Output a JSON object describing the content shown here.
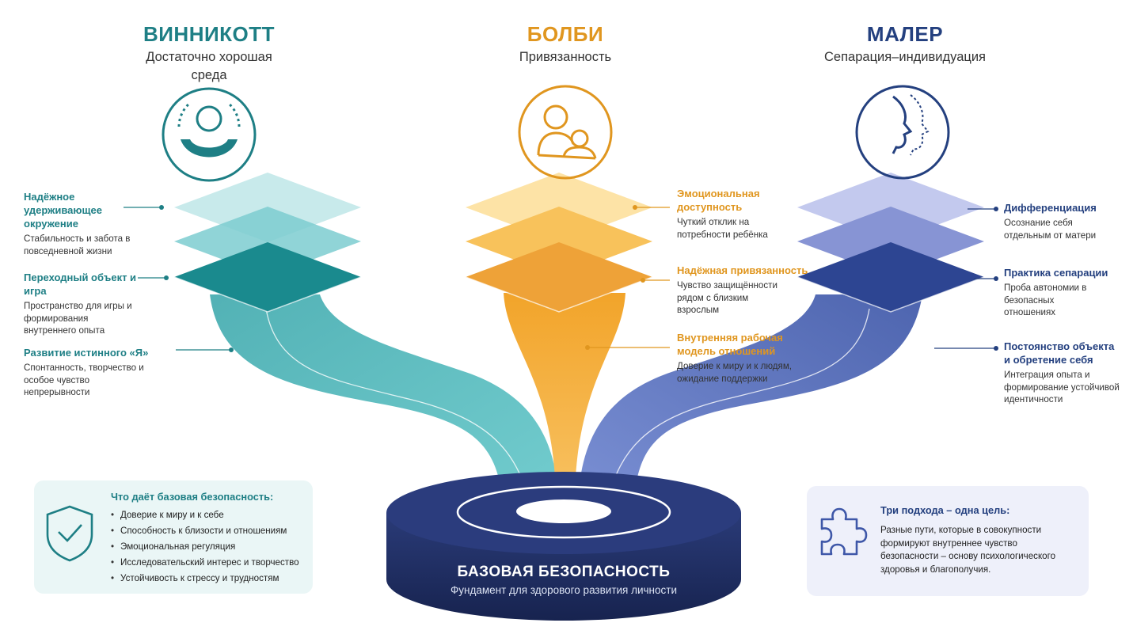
{
  "approaches": [
    {
      "title": "ВИННИКОТТ",
      "subtitle": "Достаточно хорошая среда",
      "color": "#1e7f85",
      "icon": "holding-person-icon",
      "labels": [
        {
          "heading": "Надёжное удерживающее окружение",
          "desc": "Стабильность и забота в повседневной жизни"
        },
        {
          "heading": "Переходный объект и игра",
          "desc": "Пространство для игры и формирования внутреннего опыта"
        },
        {
          "heading": "Развитие истинного «Я»",
          "desc": "Спонтанность, творчество и особое чувство непрерывности"
        }
      ]
    },
    {
      "title": "БОЛБИ",
      "subtitle": "Привязанность",
      "color": "#e0961f",
      "icon": "parent-child-icon",
      "labels": [
        {
          "heading": "Эмоциональная доступность",
          "desc": "Чуткий отклик на потребности ребёнка"
        },
        {
          "heading": "Надёжная привязанность",
          "desc": "Чувство защищённости рядом с близким взрослым"
        },
        {
          "heading": "Внутренняя рабочая модель отношений",
          "desc": "Доверие к миру и к людям, ожидание поддержки"
        }
      ]
    },
    {
      "title": "МАЛЕР",
      "subtitle": "Сепарация–индивидуация",
      "color": "#24407f",
      "icon": "two-faces-icon",
      "labels": [
        {
          "heading": "Дифференциация",
          "desc": "Осознание себя отдельным от матери"
        },
        {
          "heading": "Практика сепарации",
          "desc": "Проба автономии в безопасных отношениях"
        },
        {
          "heading": "Постоянство объекта и обретение себя",
          "desc": "Интеграция опыта и формирование устойчивой идентичности"
        }
      ]
    }
  ],
  "center": {
    "title": "БАЗОВАЯ БЕЗОПАСНОСТЬ",
    "subtitle": "Фундамент для здорового развития личности"
  },
  "left_box": {
    "title": "Что даёт базовая безопасность:",
    "icon": "shield-check-icon",
    "items": [
      "Доверие к миру и к себе",
      "Способность к близости и отношениям",
      "Эмоциональная регуляция",
      "Исследовательский интерес и творчество",
      "Устойчивость к стрессу и трудностям"
    ]
  },
  "right_box": {
    "title": "Три подхода – одна цель:",
    "icon": "puzzle-piece-icon",
    "text": "Разные пути, которые в совокупности формируют внутреннее чувство безопасности – основу психологического здоровья и благополучия."
  },
  "colors": {
    "teal": "#1e7f85",
    "teal_light": "#a8dcdf",
    "gold": "#e0961f",
    "gold_light": "#fde0a0",
    "navy": "#24407f",
    "navy_light": "#b6bfe6",
    "disc": "#1f2e63"
  }
}
